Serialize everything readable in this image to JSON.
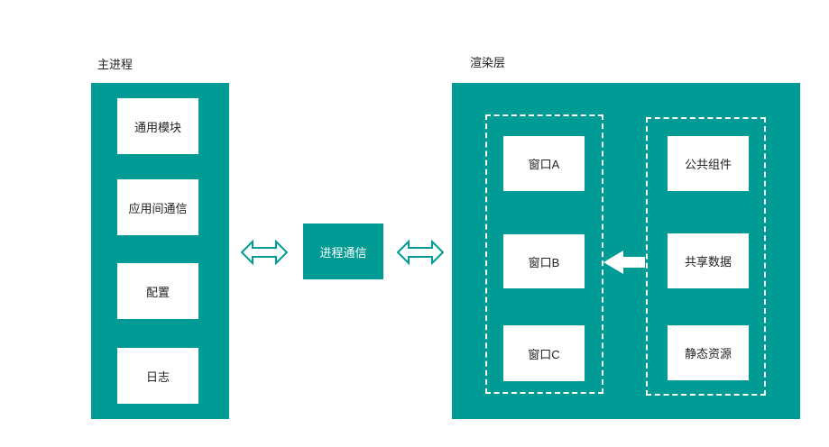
{
  "main_process": {
    "title": "主进程",
    "modules": [
      {
        "label": "通用模块"
      },
      {
        "label": "应用间通信"
      },
      {
        "label": "配置"
      },
      {
        "label": "日志"
      }
    ]
  },
  "ipc": {
    "label": "进程通信",
    "arrow_icon": "double-arrow-icon"
  },
  "renderer": {
    "title": "渲染层",
    "windows": [
      {
        "label": "窗口A"
      },
      {
        "label": "窗口B"
      },
      {
        "label": "窗口C"
      }
    ],
    "shared": [
      {
        "label": "公共组件"
      },
      {
        "label": "共享数据"
      },
      {
        "label": "静态资源"
      }
    ],
    "arrow_icon": "arrow-left-icon"
  },
  "colors": {
    "primary": "#009b94",
    "box": "#ffffff",
    "text": "#222222"
  }
}
